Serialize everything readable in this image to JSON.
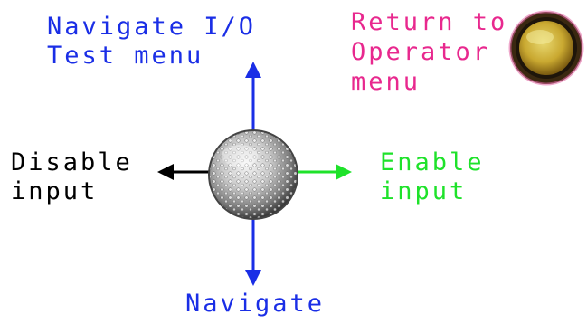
{
  "labels": {
    "up": {
      "line1": "Navigate I/O",
      "line2": "Test menu"
    },
    "operator": {
      "line1": "Return to",
      "line2": "Operator",
      "line3": "menu"
    },
    "left": {
      "line1": "Disable",
      "line2": "input"
    },
    "right": {
      "line1": "Enable",
      "line2": "input"
    },
    "down": {
      "line1": "Navigate"
    }
  },
  "colors": {
    "up": "#1a2ee6",
    "down": "#1a2ee6",
    "left": "#000000",
    "right": "#1ee22a",
    "operator": "#e8288e",
    "button_fill": "#d8c24a",
    "button_rim": "#2a1e0e"
  },
  "icons": {
    "joystick": "trackball-icon",
    "button": "round-button-icon"
  }
}
